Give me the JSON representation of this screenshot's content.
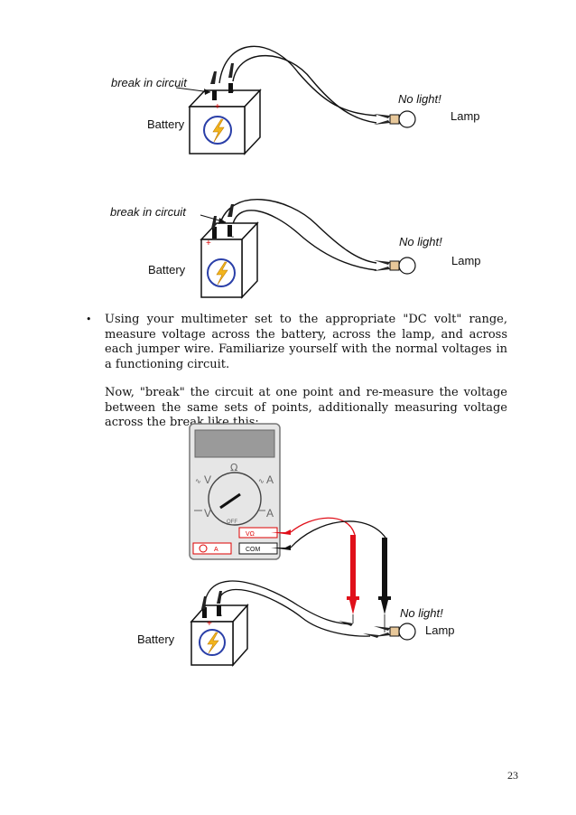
{
  "figure1": {
    "break_label": "break in circuit",
    "battery_label": "Battery",
    "lamp_label": "Lamp",
    "status_label": "No light!",
    "plus": "+",
    "minus": "-"
  },
  "figure2": {
    "break_label": "break in circuit",
    "battery_label": "Battery",
    "lamp_label": "Lamp",
    "status_label": "No light!",
    "plus": "+",
    "minus": "-"
  },
  "instructions": {
    "bullet": "•",
    "paragraph1": "Using your multimeter set to the appropriate \"DC volt\" range, measure voltage across the battery, across the lamp, and across each jumper wire. Familiarize yourself with the normal voltages in a functioning circuit.",
    "paragraph2": "Now, \"break\" the circuit at one point and re-measure the voltage between the same sets of points, additionally measuring voltage across the break like this:"
  },
  "multimeter": {
    "ohm": "Ω",
    "v_ac": "V",
    "a_ac": "A",
    "v_dc": "V",
    "a_dc": "A",
    "off": "OFF",
    "jack_va": "VΩ",
    "jack_a": "A",
    "jack_com": "COM"
  },
  "figure3": {
    "battery_label": "Battery",
    "lamp_label": "Lamp",
    "status_label": "No light!",
    "plus": "+",
    "minus": "-"
  },
  "page_number": "23",
  "colors": {
    "bolt": "#f2b51d",
    "bolt_ring": "#2a3fa8",
    "probe_red": "#e0101a",
    "display": "#9a9a9a"
  }
}
